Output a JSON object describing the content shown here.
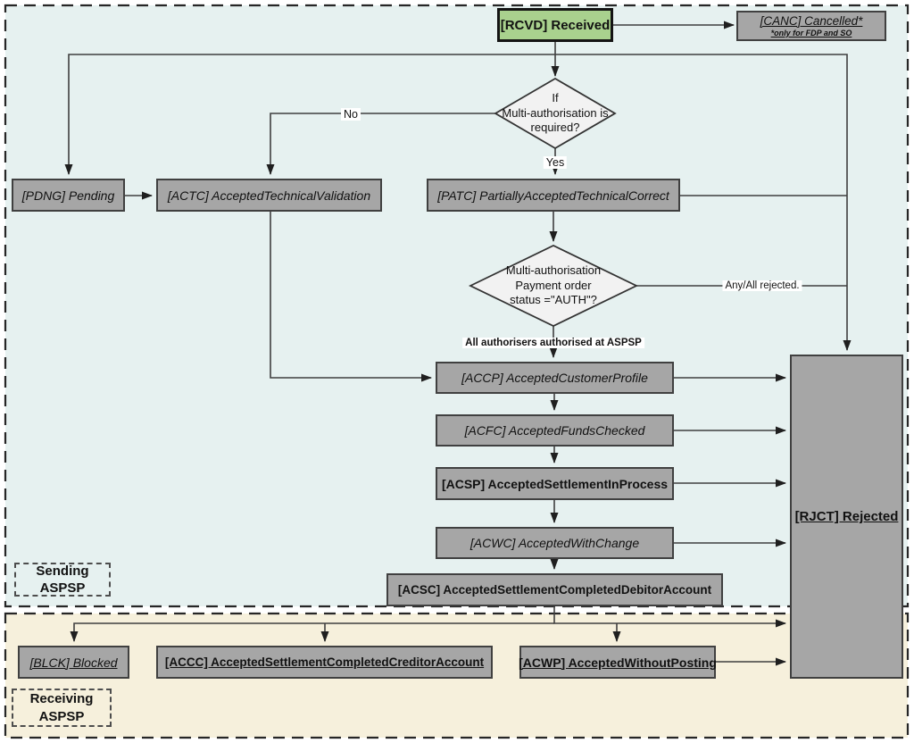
{
  "diagram": {
    "sections": {
      "sending": {
        "label": "Sending ASPSP"
      },
      "receiving": {
        "label": "Receiving\nASPSP"
      }
    },
    "nodes": {
      "rcvd": {
        "label": "[RCVD] Received"
      },
      "canc": {
        "label": "[CANC] Cancelled*",
        "note": "*only for FDP and SO"
      },
      "pdng": {
        "label": "[PDNG] Pending"
      },
      "actc": {
        "label": "[ACTC] AcceptedTechnicalValidation"
      },
      "patc": {
        "label": "[PATC] PartiallyAcceptedTechnicalCorrect"
      },
      "accp": {
        "label": "[ACCP] AcceptedCustomerProfile"
      },
      "acfc": {
        "label": "[ACFC] AcceptedFundsChecked"
      },
      "acsp": {
        "label": "[ACSP] AcceptedSettlementInProcess"
      },
      "acwc": {
        "label": "[ACWC] AcceptedWithChange"
      },
      "acsc": {
        "label": "[ACSC] AcceptedSettlementCompletedDebitorAccount"
      },
      "rjct": {
        "label": "[RJCT] Rejected"
      },
      "blck": {
        "label": "[BLCK] Blocked"
      },
      "accc": {
        "label": "[ACCC] AcceptedSettlementCompletedCreditorAccount"
      },
      "acwp": {
        "label": "[ACWP] AcceptedWithoutPosting"
      }
    },
    "decisions": {
      "multi_auth_required": {
        "text": "If\nMulti-authorisation is\nrequired?"
      },
      "auth_status": {
        "text": "Multi-authorisation\nPayment order\nstatus =\"AUTH\"?"
      }
    },
    "edge_labels": {
      "no": "No",
      "yes": "Yes",
      "any_all_rejected": "Any/All rejected.",
      "all_authorised": "All authorisers authorised at ASPSP"
    },
    "colors": {
      "sending_bg": "#e6f1f0",
      "receiving_bg": "#f6f0dc",
      "node_fill": "#a6a6a6",
      "node_border": "#404040",
      "received_fill": "#a9d18e",
      "decision_fill": "#f2f2f2",
      "line": "#3f3f3f",
      "label_bg": "#ffffff"
    }
  }
}
